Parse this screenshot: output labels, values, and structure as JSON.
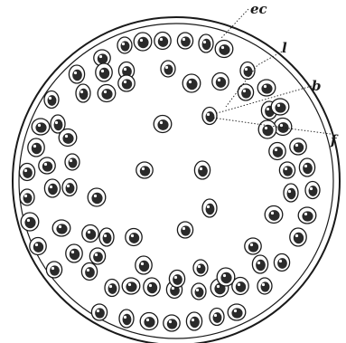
{
  "figure": {
    "labels": {
      "ec": "ec",
      "l": "l",
      "b": "b",
      "f": "f"
    },
    "colors": {
      "ink": "#1a1a1a",
      "cell_shade": "#2a2a2a",
      "background": "#ffffff"
    }
  }
}
